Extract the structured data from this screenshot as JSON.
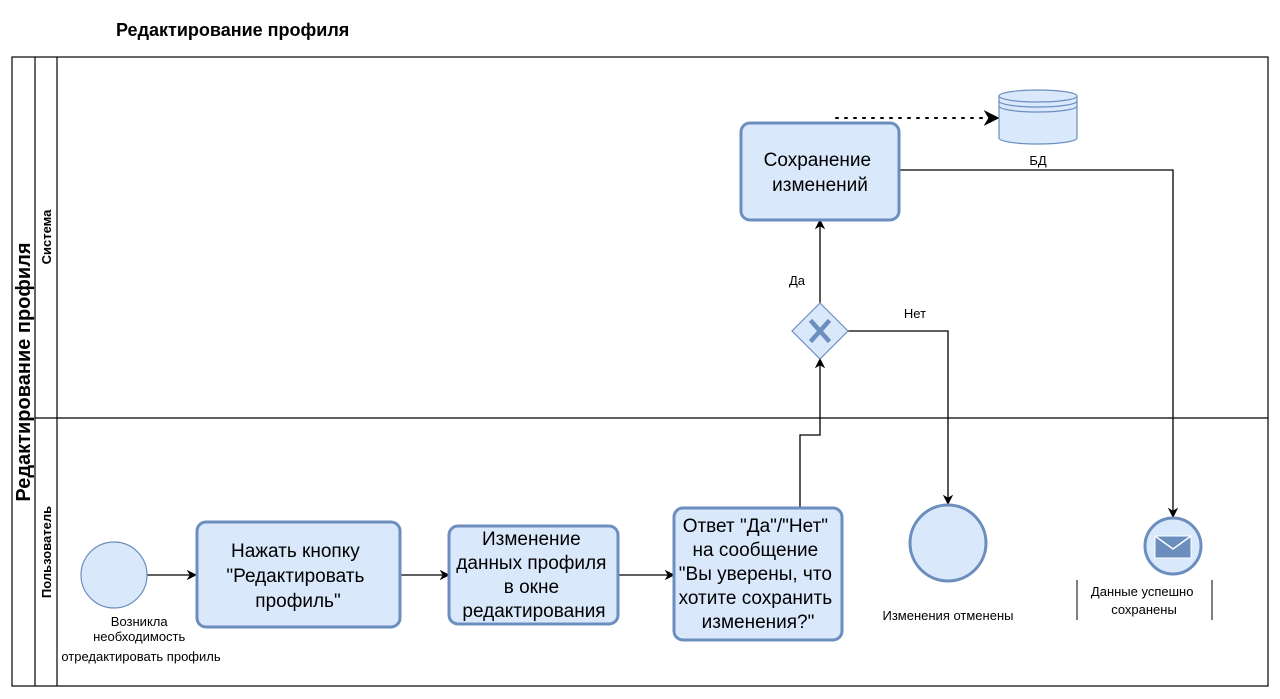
{
  "title": "Редактирование профиля",
  "pool": {
    "label": "Редактирование профиля"
  },
  "lanes": {
    "system": "Система",
    "user": "Пользователь"
  },
  "events": {
    "start": [
      "Возникла",
      "необходимость",
      "отредактировать профиль"
    ],
    "cancelled": "Изменения отменены",
    "saved": [
      "Данные успешно",
      "сохранены"
    ]
  },
  "tasks": {
    "click_edit": [
      "Нажать кнопку",
      "\"Редактировать",
      "профиль\""
    ],
    "change_data": [
      "Изменение",
      "данных профиля",
      "в окне",
      "редактирования"
    ],
    "answer": [
      "Ответ \"Да\"/\"Нет\"",
      "на сообщение",
      "\"Вы уверены, что",
      "хотите сохранить",
      "изменения?\""
    ],
    "save": [
      "Сохранение",
      "изменений"
    ]
  },
  "gateway": {
    "yes": "Да",
    "no": "Нет"
  },
  "datastore": {
    "label": "БД"
  },
  "colors": {
    "fill": "#dae8fc",
    "stroke": "#6c8ebf",
    "line": "#000000"
  }
}
